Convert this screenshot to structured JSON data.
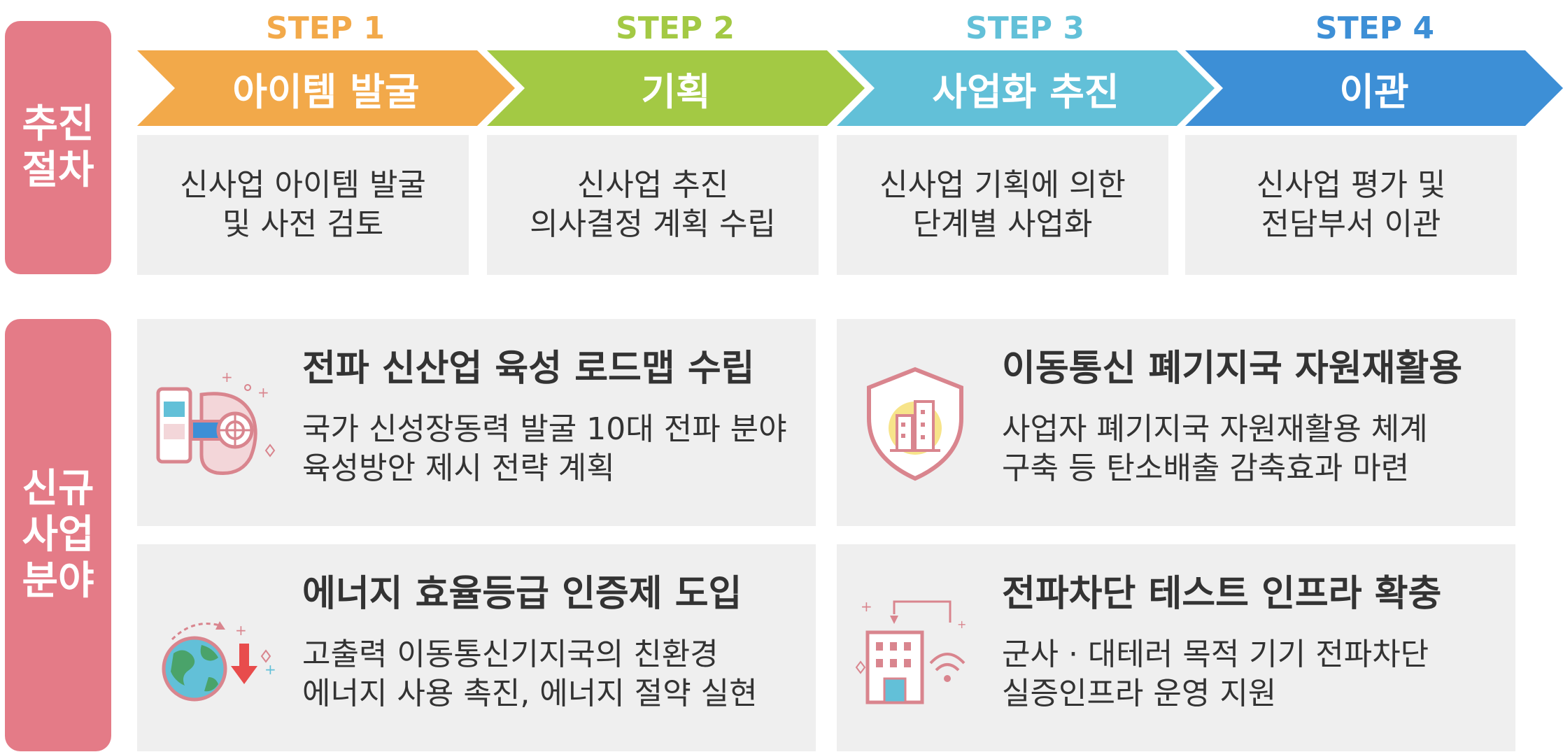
{
  "colors": {
    "side_label": "#e47b87",
    "step1": "#f2a94a",
    "step2": "#a3c944",
    "step3": "#62c0d8",
    "step4": "#3d8fd6",
    "card_bg": "#efefef",
    "text": "#333333"
  },
  "procedure": {
    "label": "추진\n절차",
    "steps": [
      {
        "number": "STEP 1",
        "name": "아이템 발굴",
        "desc": "신사업 아이템 발굴\n및 사전 검토"
      },
      {
        "number": "STEP 2",
        "name": "기획",
        "desc": "신사업 추진\n의사결정 계획 수립"
      },
      {
        "number": "STEP 3",
        "name": "사업화 추진",
        "desc": "신사업 기획에 의한\n단계별 사업화"
      },
      {
        "number": "STEP 4",
        "name": "이관",
        "desc": "신사업 평가 및\n전담부서 이관"
      }
    ]
  },
  "new_business": {
    "label": "신규\n사업\n분야",
    "items": [
      {
        "title": "전파 신산업 육성 로드맵 수립",
        "line1": "국가 신성장동력 발굴 10대 전파 분야",
        "line2": "육성방안 제시 전략 계획",
        "icon": "vr-headset-phone-icon"
      },
      {
        "title": "이동통신 폐기지국 자원재활용",
        "line1": "사업자 폐기지국 자원재활용 체계",
        "line2": "구축 등 탄소배출 감축효과 마련",
        "icon": "shield-building-icon"
      },
      {
        "title": "에너지 효율등급 인증제 도입",
        "line1": "고출력 이동통신기지국의 친환경",
        "line2": "에너지 사용 촉진, 에너지 절약 실현",
        "icon": "earth-arrow-down-icon"
      },
      {
        "title": "전파차단 테스트 인프라 확충",
        "line1": "군사 · 대테러 목적 기기 전파차단",
        "line2": "실증인프라 운영 지원",
        "icon": "building-wifi-icon"
      }
    ]
  }
}
